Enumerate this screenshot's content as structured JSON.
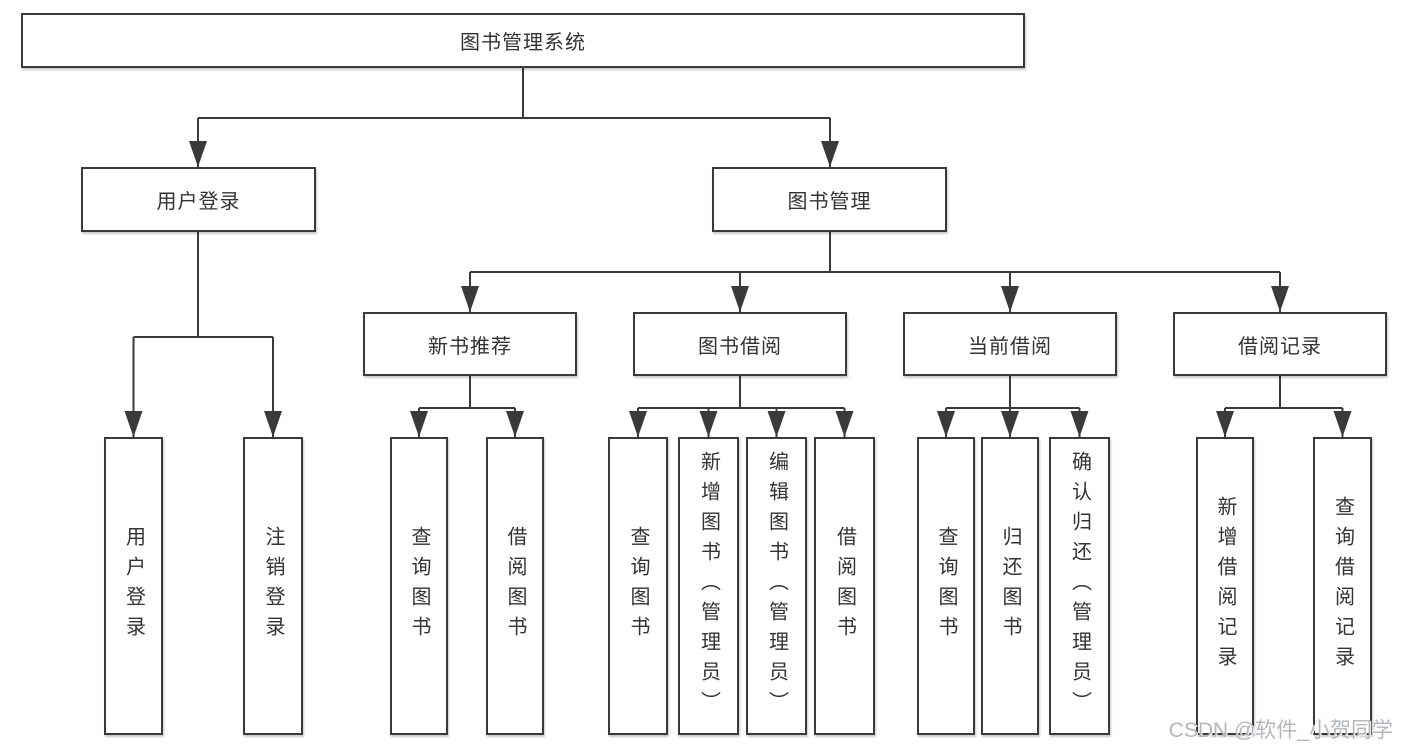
{
  "nodes": {
    "root": {
      "label": "图书管理系统"
    },
    "level2": [
      {
        "label": "用户登录"
      },
      {
        "label": "图书管理"
      }
    ],
    "level3": [
      {
        "label": "新书推荐"
      },
      {
        "label": "图书借阅"
      },
      {
        "label": "当前借阅"
      },
      {
        "label": "借阅记录"
      }
    ],
    "leaves": [
      {
        "label": "用户登录"
      },
      {
        "label": "注销登录"
      },
      {
        "label": "查询图书"
      },
      {
        "label": "借阅图书"
      },
      {
        "label": "查询图书"
      },
      {
        "label": "新增图书（管理员）"
      },
      {
        "label": "编辑图书（管理员）"
      },
      {
        "label": "借阅图书"
      },
      {
        "label": "查询图书"
      },
      {
        "label": "归还图书"
      },
      {
        "label": "确认归还（管理员）"
      },
      {
        "label": "新增借阅记录"
      },
      {
        "label": "查询借阅记录"
      }
    ]
  },
  "colors": {
    "line": "#3a3a3a",
    "box_border": "#3a3a3a",
    "text": "#333333",
    "watermark": "#b3b7bb"
  },
  "watermark": {
    "text": "CSDN @软件_小贺同学"
  }
}
